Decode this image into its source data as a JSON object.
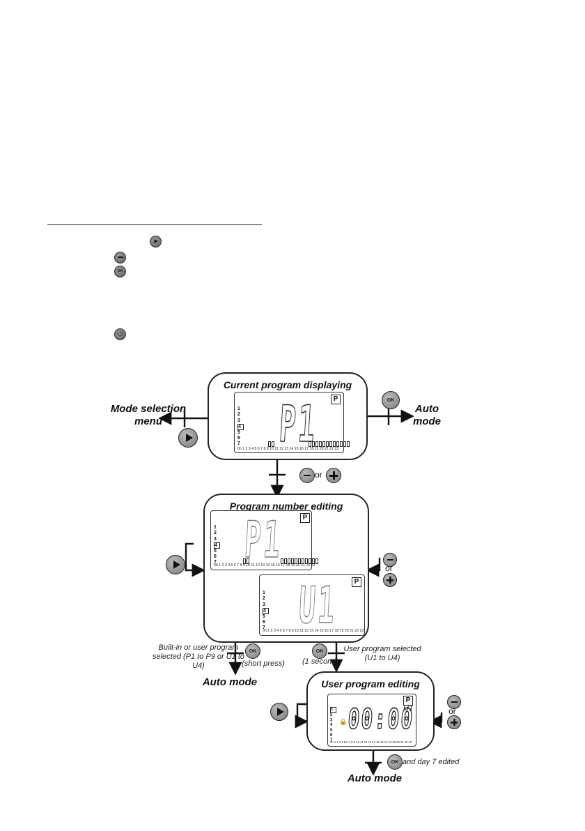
{
  "header": {
    "instructions_icons": [
      "play-icon",
      "minus-icon",
      "ok-icon",
      "power-icon"
    ]
  },
  "box1": {
    "title": "Current program displaying",
    "program": "P1",
    "badge": "P"
  },
  "box2": {
    "title": "Program number editing",
    "program": "P1",
    "program_alt": "U1",
    "badge": "P"
  },
  "box3": {
    "title": "User program editing",
    "time": "00:00",
    "program": "U1",
    "badge": "P"
  },
  "days": [
    "1",
    "2",
    "3",
    "4",
    "5",
    "6",
    "7"
  ],
  "hours_text": "0h 1 2 3 4 5 6 7 8 9 10 11 12 13 14 15 16 17 18 19 20 21 22 23",
  "labels": {
    "mode_selection": "Mode selection menu",
    "auto_mode_right": "Auto mode",
    "or": "or",
    "builtin_selected": "Built-in or user program selected (P1 to P9 or U1 to U4)",
    "short_press": "(short press)",
    "auto_mode_bottom": "Auto mode",
    "one_second": "(1 second)",
    "user_selected": "User program selected (U1 to U4)",
    "day7": "and day 7 edited",
    "auto_mode_final": "Auto mode"
  },
  "buttons": {
    "ok": "OK"
  }
}
